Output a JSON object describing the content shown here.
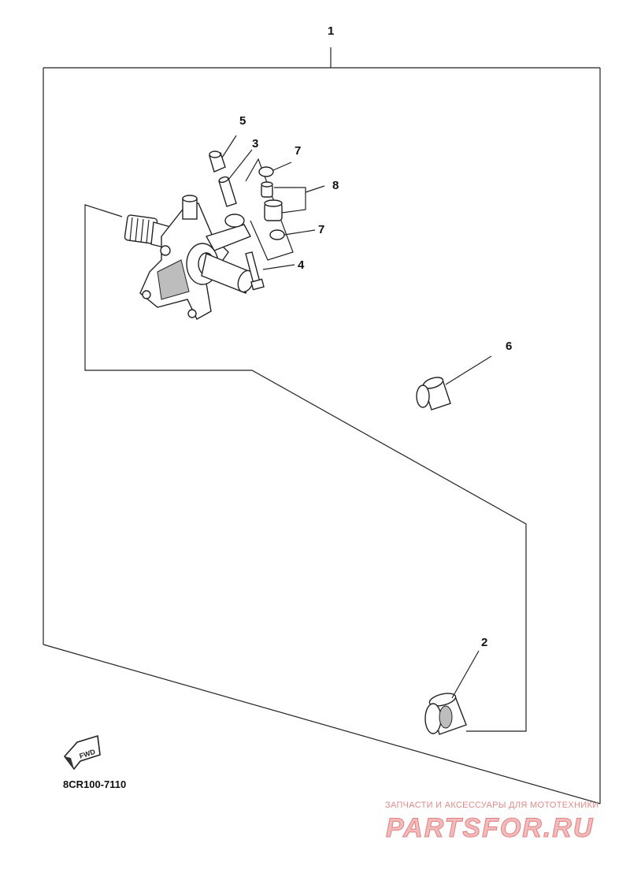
{
  "callouts": [
    {
      "id": "1",
      "label": "1"
    },
    {
      "id": "2",
      "label": "2"
    },
    {
      "id": "3",
      "label": "3"
    },
    {
      "id": "4",
      "label": "4"
    },
    {
      "id": "5",
      "label": "5"
    },
    {
      "id": "6",
      "label": "6"
    },
    {
      "id": "7a",
      "label": "7"
    },
    {
      "id": "7b",
      "label": "7"
    },
    {
      "id": "8",
      "label": "8"
    }
  ],
  "fwd_badge": "FWD",
  "drawing_code": "8CR100-7110",
  "watermark": {
    "tagline": "ЗАПЧАСТИ И АКСЕССУАРЫ ДЛЯ МОТОТЕХНИКИ",
    "brand": "PARTSFOR.RU"
  }
}
